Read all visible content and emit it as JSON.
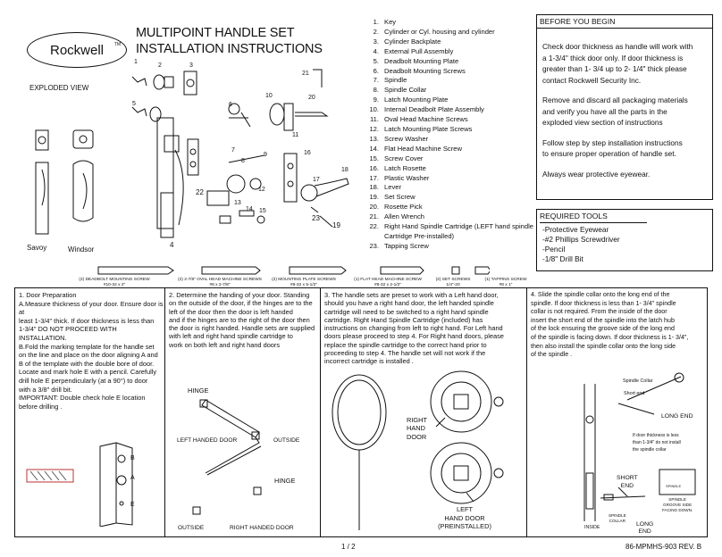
{
  "header": {
    "brand": "Rockwell",
    "brand_tm": "TM",
    "title_line1": "MULTIPOINT HANDLE SET",
    "title_line2": "INSTALLATION INSTRUCTIONS",
    "exploded_view": "EXPLODED VIEW"
  },
  "styles": {
    "savoy": "Savoy",
    "windsor": "Windsor"
  },
  "diagram_numbers": {
    "n1": "1",
    "n2": "2",
    "n3": "3",
    "n4": "4",
    "n5": "5",
    "n6": "6",
    "n7": "7",
    "n8": "8",
    "n9": "9",
    "n10": "10",
    "n11": "11",
    "n12": "12",
    "n13": "13",
    "n14": "14",
    "n15": "15",
    "n16": "16",
    "n17": "17",
    "n18": "18",
    "n19": "19",
    "n20": "20",
    "n21": "21",
    "n22": "22",
    "n23": "23"
  },
  "parts": [
    {
      "n": "1.",
      "t": "Key"
    },
    {
      "n": "2.",
      "t": "Cylinder or Cyl. housing and cylinder"
    },
    {
      "n": "3.",
      "t": "Cylinder Backplate"
    },
    {
      "n": "4.",
      "t": "External Pull Assembly"
    },
    {
      "n": "5.",
      "t": "Deadbolt Mounting Plate"
    },
    {
      "n": "6.",
      "t": "Deadbolt Mounting Screws"
    },
    {
      "n": "7.",
      "t": "Spindle"
    },
    {
      "n": "8.",
      "t": "Spindle Collar"
    },
    {
      "n": "9.",
      "t": "Latch Mounting Plate"
    },
    {
      "n": "10.",
      "t": "Internal Deadbolt Plate Assembly"
    },
    {
      "n": "11.",
      "t": "Oval Head Machine Screws"
    },
    {
      "n": "12.",
      "t": "Latch Mounting Plate Screws"
    },
    {
      "n": "13.",
      "t": "Screw Washer"
    },
    {
      "n": "14.",
      "t": "Flat Head Machine Screw"
    },
    {
      "n": "15.",
      "t": "Screw Cover"
    },
    {
      "n": "16.",
      "t": "Latch Rosette"
    },
    {
      "n": "17.",
      "t": "Plastic Washer"
    },
    {
      "n": "18.",
      "t": "Lever"
    },
    {
      "n": "19.",
      "t": "Set Screw"
    },
    {
      "n": "20.",
      "t": "Rosette Pick"
    },
    {
      "n": "21.",
      "t": "Allen Wrench"
    },
    {
      "n": "22.",
      "t": "Right Hand Spindle Cartridge (LEFT hand spindle Cartridge Pre-installed)"
    },
    {
      "n": "23.",
      "t": "Tapping Screw"
    }
  ],
  "before": {
    "title": "BEFORE YOU BEGIN",
    "p1a": "Check door thickness as handle will work with",
    "p1b": "a 1-3/4\" thick door only.  If door thickness is",
    "p1c": "greater than 1- 3/4 up to 2- 1/4\" thick please",
    "p1d": "contact Rockwell Security Inc.",
    "p2a": "Remove and discard all packaging materials",
    "p2b": "and verify you have all the parts in the",
    "p2c": "exploded view section of instructions",
    "p3a": "Follow step by step installation instructions",
    "p3b": "to ensure proper operation of handle set.",
    "p4": "Always wear protective eyewear."
  },
  "tools": {
    "title": "REQUIRED TOOLS",
    "t1": "-Protective Eyewear",
    "t2": "-#2 Phillips Screwdriver",
    "t3": "-Pencil",
    "t4": "-1/8\" Drill Bit"
  },
  "screws": [
    {
      "a": "(2) DEADBOLT MOUNTING SCREW",
      "b": "#10-32 x 2\""
    },
    {
      "a": "(2) 2-7/8\" OVAL HEAD MACHINE SCREWS",
      "b": "#8 x 2-7/8\""
    },
    {
      "a": "(2) MOUNTING PLATE SCREWS",
      "b": "#8-32 x 5-1/2\""
    },
    {
      "a": "(1) FLAT HEAD MACHINE SCREW",
      "b": "#8-32 x 2-1/2\""
    },
    {
      "a": "(2) SET SCREWS",
      "b": "1/4\"-20"
    },
    {
      "a": "(1) TAPPING SCREW",
      "b": "#8 x 1\""
    }
  ],
  "step1": {
    "l1": "1.   Door Preparation",
    "l2": "A.Measure thickness of your door. Ensure door is at",
    "l3": "least 1-3/4\" thick.   If door thickness is less than",
    "l4": "1-3/4\" DO NOT PROCEED WITH",
    "l5": "INSTALLATION.",
    "l6": "B.Fold the marking template for the handle set",
    "l7": "on the line and place on the door aligning A and",
    "l8": "B of the template with the double bore of door.",
    "l9": "Locate and mark hole E with a pencil.  Carefully",
    "l10": "drill hole E perpendicularly (at a 90°) to door",
    "l11": "with a 3/8\" drill bit.",
    "l12": "IMPORTANT: Double check hole E location",
    "l13": "before drilling   .",
    "b": "B",
    "a": "A",
    "e": "E"
  },
  "step2": {
    "l1": "2.   Determine the handing of your door.  Standing",
    "l2": "on the outside of the door, if the hinges are to the",
    "l3": "left of the door then the door is left handed",
    "l4": "and if the hinges are to the right of the door then",
    "l5": "the door is right handed.  Handle sets are supplied",
    "l6": "with left and right hand spindle cartridge to",
    "l7": "work on both left and right hand doors",
    "hinge1": "HINGE",
    "left_door": "LEFT HANDED DOOR",
    "outside1": "OUTSIDE",
    "hinge2": "HINGE",
    "outside2": "OUTSIDE",
    "right_door": "RIGHT HANDED DOOR"
  },
  "step3": {
    "l1": "3.   The handle sets are preset to work with a Left hand door,",
    "l2": "should you have a right hand door, the left handed spindle",
    "l3": "cartridge will need to be switched to a right hand spindle",
    "l4": "cartridge.  Right Hand Spindle Cartridge (included) has",
    "l5": "instructions on changing from left to right hand.  For Left hand",
    "l6": "doors please proceed to step 4.  For Right hand doors, please",
    "l7": "replace the spindle cartridge to the correct hand prior to",
    "l8": "proceeding to step 4.  The handle set will not work if the",
    "l9": "incorrect cartridge is installed     .",
    "right1": "RIGHT",
    "right2": "HAND",
    "right3": "DOOR",
    "left1": "LEFT",
    "left2": "HAND DOOR",
    "left3": "(PREINSTALLED)"
  },
  "step4": {
    "l1": "4.   Slide the spindle collar onto the long end of the",
    "l2": "spindle. If door thickness is less than 1-   3/4\" spindle",
    "l3": "collar is not required.    From the inside of the door",
    "l4": "insert the short end of the spindle into the latch  hub",
    "l5": "of the lock ensuring the groove side of the long end",
    "l6": "of the spindle is facing down. If door thickness is 1-  3/4\",",
    "l7": "then also install the spindle collar onto the long side",
    "l8": "of the spindle  .",
    "collar": "Spindle Collar",
    "short": "Short end",
    "long": "LONG END",
    "note1": "If door thickness is less",
    "note2": "than 1-3/4\" do not install",
    "note3": "the spindle collar",
    "short_end": "SHORT",
    "short_end2": "END",
    "spindle": "SPINDLE",
    "groove1": "SPINDLE",
    "groove2": "GROOVE SIDE",
    "groove3": "FACING DOWN.",
    "collar2a": "SPINDLE",
    "collar2b": "COLLAR",
    "long2a": "LONG",
    "long2b": "END",
    "inside": "INSIDE"
  },
  "footer": {
    "page": "1 / 2",
    "code": "86-MPMHS-903  REV. B"
  }
}
